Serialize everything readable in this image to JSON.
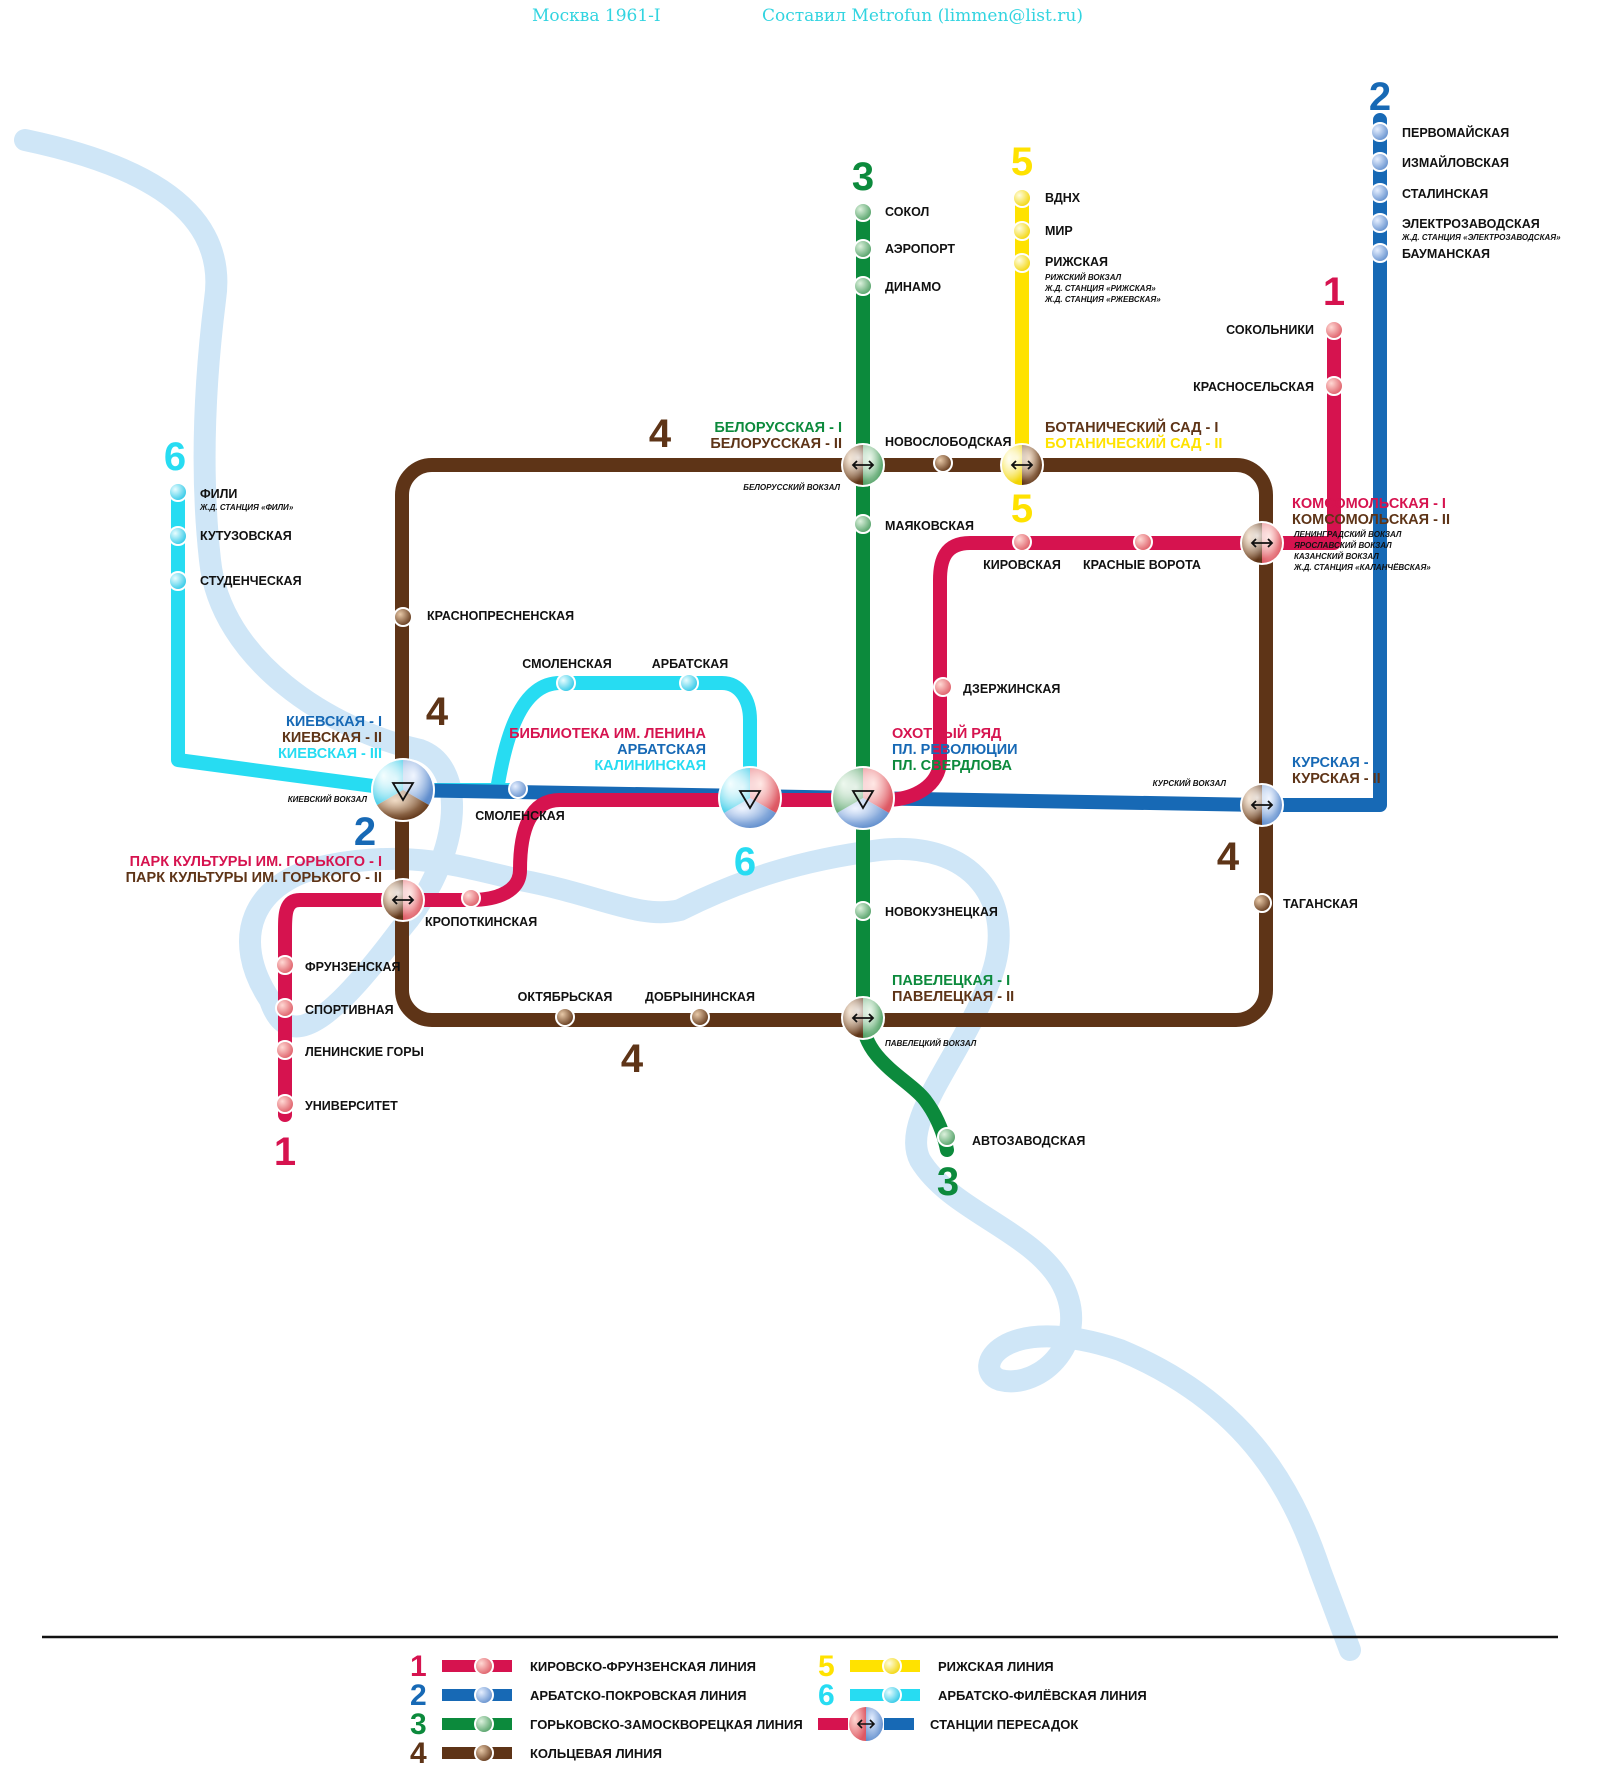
{
  "header": {
    "title": "Москва 1961-I",
    "credit": "Составил Metrofun (limmen@list.ru)"
  },
  "colors": {
    "line1": "#d6134f",
    "line2": "#1769b5",
    "line3": "#0c8a3c",
    "line4": "#5e3417",
    "line5": "#ffe200",
    "line6": "#27dcf2",
    "river": "#cfe6f7",
    "title": "#32d4e0"
  },
  "line_numbers": {
    "l1_top": "1",
    "l1_bottom": "1",
    "l2_top": "2",
    "l2_west": "2",
    "l3_top": "3",
    "l3_bottom": "3",
    "l4_top": "4",
    "l4_west": "4",
    "l4_east": "4",
    "l4_south": "4",
    "l5_top": "5",
    "l5_south": "5",
    "l6_top": "6",
    "l6_south": "6"
  },
  "stations": {
    "sokol": "СОКОЛ",
    "aeroport": "АЭРОПОРТ",
    "dinamo": "ДИНАМО",
    "vdnh": "ВДНХ",
    "mir": "МИР",
    "rizhskaya": "РИЖСКАЯ",
    "rizhskaya_n1": "РИЖСКИЙ ВОКЗАЛ",
    "rizhskaya_n2": "Ж.Д. СТАНЦИЯ «РИЖСКАЯ»",
    "rizhskaya_n3": "Ж.Д. СТАНЦИЯ «РЖЕВСКАЯ»",
    "pervomayskaya": "ПЕРВОМАЙСКАЯ",
    "izmaylovskaya": "ИЗМАЙЛОВСКАЯ",
    "stalinskaya": "СТАЛИНСКАЯ",
    "elektrozavodskaya": "ЭЛЕКТРОЗАВОДСКАЯ",
    "elektrozavodskaya_n": "Ж.Д. СТАНЦИЯ «ЭЛЕКТРОЗАВОДСКАЯ»",
    "baumanskaya": "БАУМАНСКАЯ",
    "sokolniki": "СОКОЛЬНИКИ",
    "krasnoselskaya": "КРАСНОСЕЛЬСКАЯ",
    "novoslobodskaya": "НОВОСЛОБОДСКАЯ",
    "belorussky_station": "БЕЛОРУССКИЙ ВОКЗАЛ",
    "mayakovskaya": "МАЯКОВСКАЯ",
    "kirovskaya": "КИРОВСКАЯ",
    "krasnye_vorota": "КРАСНЫЕ ВОРОТА",
    "dzerzhinskaya": "ДЗЕРЖИНСКАЯ",
    "fili": "ФИЛИ",
    "fili_n": "Ж.Д. СТАНЦИЯ «ФИЛИ»",
    "kutuzovskaya": "КУТУЗОВСКАЯ",
    "studencheskaya": "СТУДЕНЧЕСКАЯ",
    "krasnopresnenskaya": "КРАСНОПРЕСНЕНСКАЯ",
    "smolenskaya_6": "СМОЛЕНСКАЯ",
    "arbatskaya_6": "АРБАТСКАЯ",
    "smolenskaya_2": "СМОЛЕНСКАЯ",
    "kiyevsky_station": "КИЕВСКИЙ ВОКЗАЛ",
    "kursky_station": "КУРСКИЙ ВОКЗАЛ",
    "taganskaya": "ТАГАНСКАЯ",
    "novokuznetskaya": "НОВОКУЗНЕЦКАЯ",
    "kropotkinskaya": "КРОПОТКИНСКАЯ",
    "frunzenskaya": "ФРУНЗЕНСКАЯ",
    "sportivnaya": "СПОРТИВНАЯ",
    "leninskie_gory": "ЛЕНИНСКИЕ ГОРЫ",
    "universitet": "УНИВЕРСИТЕТ",
    "oktyabrskaya": "ОКТЯБРЬСКАЯ",
    "dobryninskaya": "ДОБРЫНИНСКАЯ",
    "paveletsky_station": "ПАВЕЛЕЦКИЙ ВОКЗАЛ",
    "avtozavodskaya": "АВТОЗАВОДСКАЯ"
  },
  "transfers": {
    "belorusskaya_1": "БЕЛОРУССКАЯ - I",
    "belorusskaya_2": "БЕЛОРУССКАЯ - II",
    "botanichesky_1": "БОТАНИЧЕСКИЙ САД - I",
    "botanichesky_2": "БОТАНИЧЕСКИЙ САД - II",
    "komsomolskaya_1": "КОМСОМОЛЬСКАЯ - I",
    "komsomolskaya_2": "КОМСОМОЛЬСКАЯ - II",
    "komsomolskaya_n1": "ЛЕНИНГРАДСКИЙ ВОКЗАЛ",
    "komsomolskaya_n2": "ЯРОСЛАВСКИЙ ВОКЗАЛ",
    "komsomolskaya_n3": "КАЗАНСКИЙ ВОКЗАЛ",
    "komsomolskaya_n4": "Ж.Д. СТАНЦИЯ «КАЛАНЧЁВСКАЯ»",
    "kiyevskaya_1": "КИЕВСКАЯ - I",
    "kiyevskaya_2": "КИЕВСКАЯ - II",
    "kiyevskaya_3": "КИЕВСКАЯ - III",
    "biblioteka": "БИБЛИОТЕКА ИМ. ЛЕНИНА",
    "arbatskaya_2": "АРБАТСКАЯ",
    "kalininskaya": "КАЛИНИНСКАЯ",
    "okhotny_ryad": "ОХОТНЫЙ РЯД",
    "pl_revolyutsii": "ПЛ. РЕВОЛЮЦИИ",
    "pl_sverdlova": "ПЛ. СВЕРДЛОВА",
    "kurskaya_1": "КУРСКАЯ - I",
    "kurskaya_2": "КУРСКАЯ - II",
    "park_kultury_1": "ПАРК КУЛЬТУРЫ ИМ. ГОРЬКОГО - I",
    "park_kultury_2": "ПАРК КУЛЬТУРЫ ИМ. ГОРЬКОГО - II",
    "paveletskaya_1": "ПАВЕЛЕЦКАЯ - I",
    "paveletskaya_2": "ПАВЕЛЕЦКАЯ - II"
  },
  "legend": {
    "items": [
      {
        "num": "1",
        "label": "КИРОВСКО-ФРУНЗЕНСКАЯ ЛИНИЯ"
      },
      {
        "num": "2",
        "label": "АРБАТСКО-ПОКРОВСКАЯ ЛИНИЯ"
      },
      {
        "num": "3",
        "label": "ГОРЬКОВСКО-ЗАМОСКВОРЕЦКАЯ ЛИНИЯ"
      },
      {
        "num": "4",
        "label": "КОЛЬЦЕВАЯ ЛИНИЯ"
      },
      {
        "num": "5",
        "label": "РИЖСКАЯ ЛИНИЯ"
      },
      {
        "num": "6",
        "label": "АРБАТСКО-ФИЛЁВСКАЯ ЛИНИЯ"
      }
    ],
    "transfer_label": "СТАНЦИИ ПЕРЕСАДОК"
  }
}
